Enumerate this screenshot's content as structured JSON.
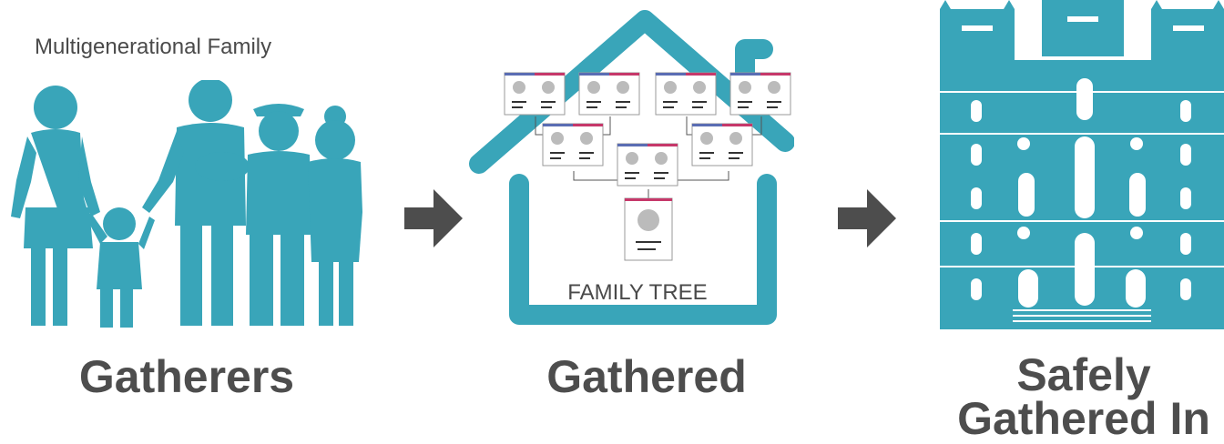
{
  "family": {
    "label": "Multigenerational Family",
    "caption": "Gatherers"
  },
  "tree": {
    "label": "FAMILY TREE",
    "caption": "Gathered"
  },
  "temple": {
    "caption_line1": "Safely",
    "caption_line2": "Gathered In"
  },
  "colors": {
    "teal": "#39a5b9",
    "arrow": "#4d4d4d",
    "text": "#4d4d4d",
    "card_border_blue": "#5a6db3",
    "card_border_red": "#c6386a"
  },
  "icons": [
    "family-silhouette-icon",
    "house-icon",
    "family-tree-icon",
    "temple-icon",
    "arrow-right-icon"
  ]
}
